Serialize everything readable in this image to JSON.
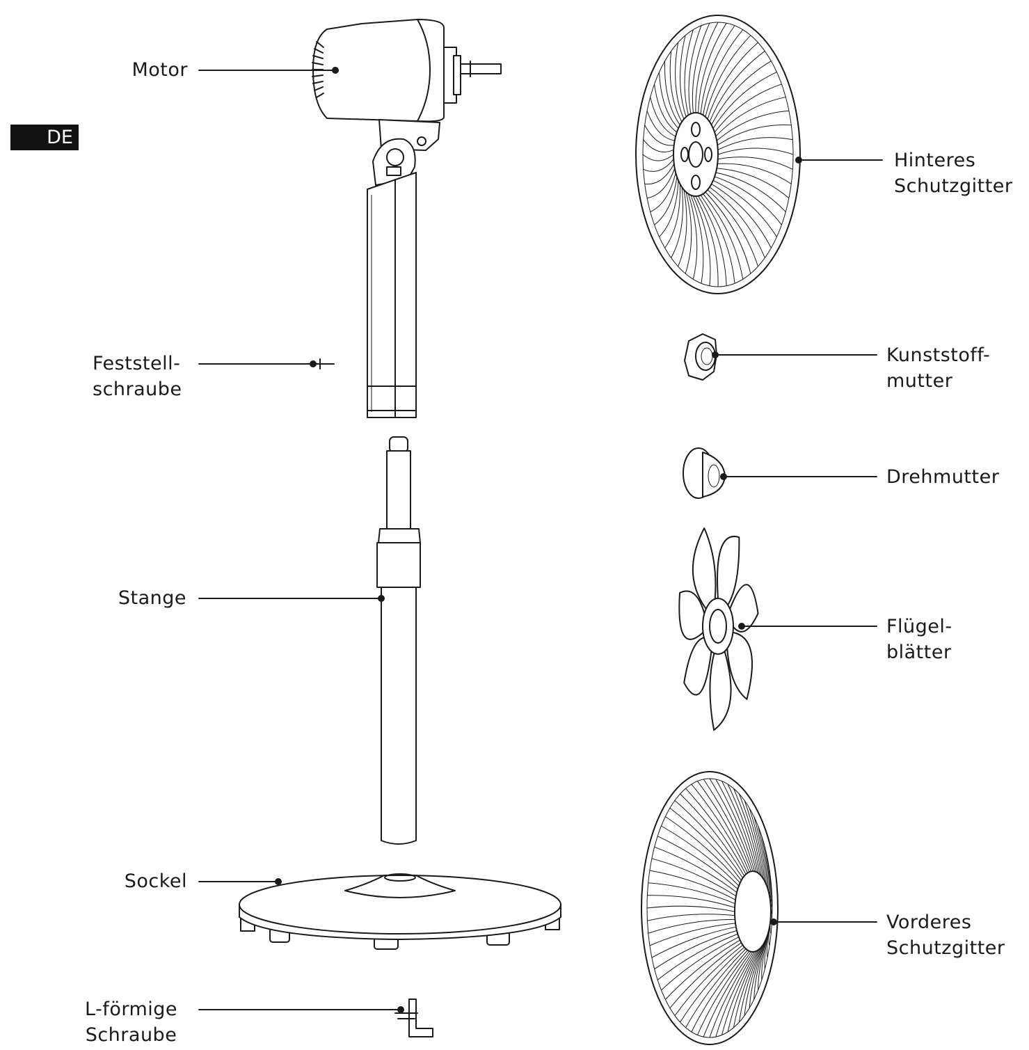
{
  "language_tag": "DE",
  "left_labels": {
    "motor": [
      "Motor"
    ],
    "feststellschraube": [
      "Feststell-",
      "schraube"
    ],
    "stange": [
      "Stange"
    ],
    "sockel": [
      "Sockel"
    ],
    "l_schraube": [
      "L-förmige",
      "Schraube"
    ]
  },
  "right_labels": {
    "hinteres_gitter": [
      "Hinteres",
      "Schutzgitter"
    ],
    "kunststoffmutter": [
      "Kunststoff-",
      "mutter"
    ],
    "drehmutter": [
      "Drehmutter"
    ],
    "fluegelblaetter": [
      "Flügel-",
      "blätter"
    ],
    "vorderes_gitter": [
      "Vorderes",
      "Schutzgitter"
    ]
  },
  "colors": {
    "line": "#1a1a1a",
    "tag_bg": "#111111",
    "tag_text": "#ffffff"
  }
}
